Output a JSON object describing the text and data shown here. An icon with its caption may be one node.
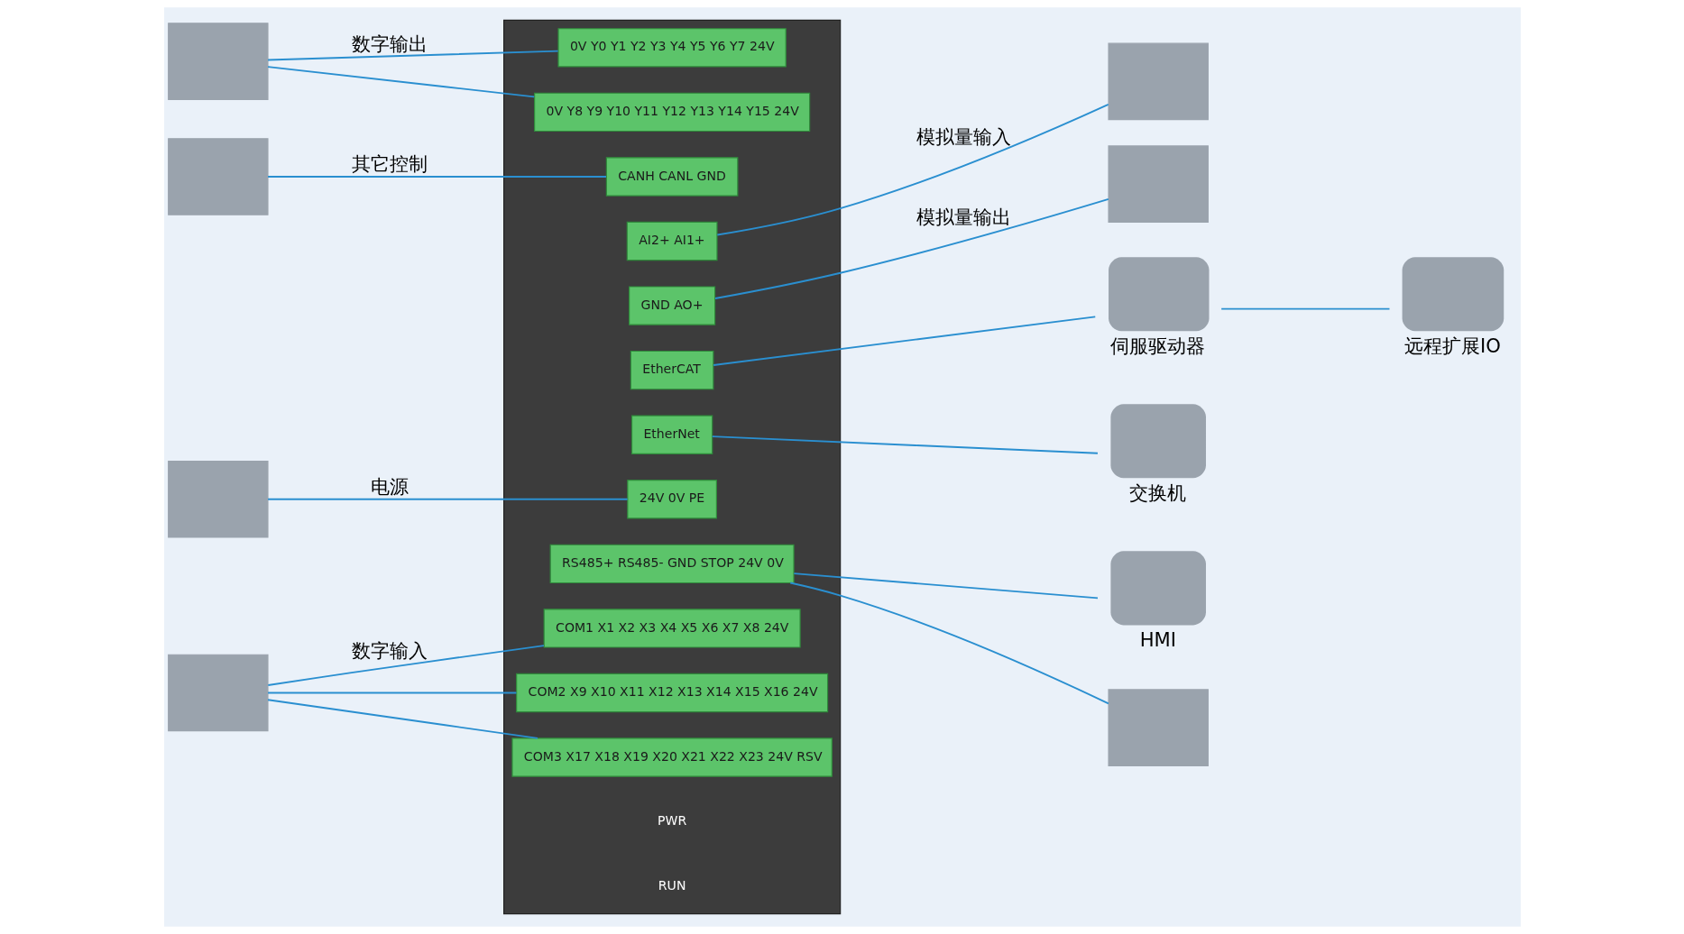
{
  "diagram": {
    "nodes": [
      {
        "text": [],
        "shape": "box"
      },
      {
        "text": [],
        "shape": "box"
      },
      {
        "text": [],
        "shape": "box"
      },
      {
        "text": [],
        "shape": "box"
      },
      {
        "text": [],
        "shape": "box"
      },
      {
        "text": [
          "CANH CANL GND"
        ],
        "in": 4
      },
      {
        "text": [
          "0V Y0 Y1 Y2 Y3 Y4 Y5 Y6 Y7 24V"
        ],
        "in": 4
      },
      {
        "text": [
          "0V Y8 Y9 Y10 Y11 Y12 Y13 Y14 Y15 24V"
        ],
        "in": 4
      },
      {
        "text": [
          "AI2+ AI1+"
        ],
        "in": 4
      },
      {
        "text": [
          "GND AO+"
        ],
        "in": 4
      },
      {
        "text": [
          "EtherCAT"
        ],
        "in": 4
      },
      {
        "text": [
          "EtherNet"
        ],
        "in": 4
      },
      {
        "text": [
          "24V 0V PE"
        ],
        "in": 4
      },
      {
        "text": [
          "RS485+ RS485- GND STOP 24V 0V"
        ],
        "in": 4
      },
      {
        "text": [
          "COM1 X1 X2 X3 X4 X5 X6 X7 X8 24V"
        ],
        "in": 4
      },
      {
        "text": [
          "COM2 X9 X10 X11 X12 X13 X14 X15 X16 24V"
        ],
        "in": 4
      },
      {
        "text": [
          "COM3 X17 X18 X19 X20 X21 X22 X23 24V RSV"
        ],
        "in": 4
      },
      {
        "text": [],
        "shape": "box"
      },
      {
        "text": [],
        "shape": "box"
      },
      {
        "text": [],
        "shape": "box",
        "beside": [
          "伺服驱动器"
        ]
      },
      {
        "text": [],
        "shape": "box",
        "beside": [
          "远程扩展IO"
        ]
      },
      {
        "text": [],
        "shape": "box",
        "beside": [
          "HMI"
        ]
      },
      {
        "text": [],
        "shape": "box"
      },
      {
        "text": [],
        "shape": "box",
        "beside": [
          "交换机"
        ]
      }
    ],
    "edges": [
      {
        "from": 0,
        "to": 6,
        "arrow": "none",
        "label": "数字输出"
      },
      {
        "from": 0,
        "to": 7,
        "arrow": "none"
      },
      {
        "from": 1,
        "to": 5,
        "arrow": "none",
        "label": "其它控制"
      },
      {
        "from": 2,
        "to": 12,
        "arrow": "none",
        "label": "电源"
      },
      {
        "from": 3,
        "to": 14,
        "arrow": "none",
        "label": "数字输入"
      },
      {
        "from": 3,
        "to": 15,
        "arrow": "none"
      },
      {
        "from": 3,
        "to": 16,
        "arrow": "none"
      },
      {
        "from": 8,
        "to": 17,
        "arrow": "none",
        "label": "模拟量输入"
      },
      {
        "from": 9,
        "to": 18,
        "arrow": "none",
        "label": "模拟量输出"
      },
      {
        "from": 10,
        "to": 19,
        "arrow": "none"
      },
      {
        "from": 19,
        "to": 20,
        "arrow": "none"
      },
      {
        "from": 11,
        "to": 23,
        "arrow": "none"
      },
      {
        "from": 13,
        "to": 21,
        "arrow": "none"
      },
      {
        "from": 13,
        "to": 22,
        "arrow": "none"
      }
    ],
    "labels": [
      "PWR",
      "RUN"
    ]
  }
}
